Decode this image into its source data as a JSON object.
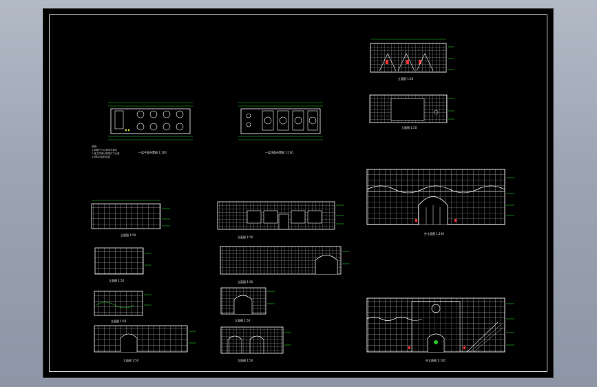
{
  "window": {
    "title": "",
    "background": "#9aa3b2",
    "sheet_color": "#000000",
    "line_color": "#ffffff",
    "dim_color": "#22cc22",
    "accent_red": "#ff3333"
  },
  "drawings": [
    {
      "id": "plan-1",
      "kind": "floor-plan",
      "caption": "一层平面布置图 1:100"
    },
    {
      "id": "plan-2",
      "kind": "floor-plan",
      "caption": "一层顶面布置图 1:100"
    },
    {
      "id": "elev-top-1",
      "kind": "elevation",
      "caption": "立面图 1:50"
    },
    {
      "id": "elev-top-2",
      "kind": "elevation",
      "caption": "立面图 1:50"
    },
    {
      "id": "facade-upper",
      "kind": "facade",
      "caption": "外立面图 1:100"
    },
    {
      "id": "elev-mid-left-1",
      "kind": "elevation",
      "caption": "立面图 1:50"
    },
    {
      "id": "elev-mid-center-1",
      "kind": "elevation",
      "caption": "立面图 1:50"
    },
    {
      "id": "elev-mid-left-2",
      "kind": "elevation",
      "caption": "立面图 1:50"
    },
    {
      "id": "elev-mid-center-2",
      "kind": "elevation",
      "caption": "立面图 1:50"
    },
    {
      "id": "elev-low-left-1",
      "kind": "elevation",
      "caption": "立面图 1:50"
    },
    {
      "id": "elev-low-center-1",
      "kind": "elevation",
      "caption": "立面图 1:50"
    },
    {
      "id": "elev-low-left-2",
      "kind": "elevation",
      "caption": "立面图 1:50"
    },
    {
      "id": "elev-low-center-2",
      "kind": "elevation",
      "caption": "立面图 1:50"
    },
    {
      "id": "facade-lower",
      "kind": "facade",
      "caption": "外立面图 1:100"
    }
  ],
  "notes": {
    "plan_note_lines": [
      "说明:",
      "1.本图尺寸以毫米为单位",
      "2.施工时请以现场尺寸为准",
      "3.材料详见材料表"
    ]
  }
}
